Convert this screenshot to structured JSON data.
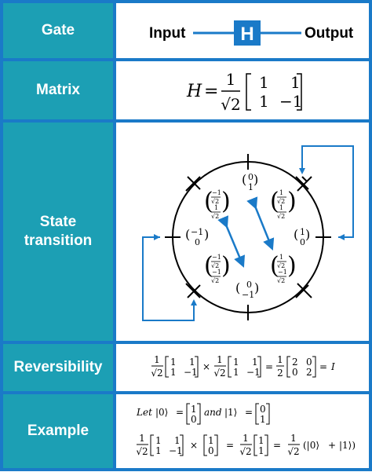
{
  "rows": {
    "gate": "Gate",
    "matrix": "Matrix",
    "state": "State\ntransition",
    "reversibility": "Reversibility",
    "example": "Example"
  },
  "gate": {
    "input": "Input",
    "symbol": "H",
    "output": "Output"
  },
  "matrix": {
    "lhs": "H",
    "eq": "=",
    "num": "1",
    "den": "√2",
    "m11": "1",
    "m12": "1",
    "m21": "1",
    "m22": "−1"
  },
  "state": {
    "top": [
      "0",
      "1"
    ],
    "bottom": [
      "0",
      "−1"
    ],
    "left": [
      "−1",
      "0"
    ],
    "right": [
      "1",
      "0"
    ],
    "one_over_root2": "1",
    "root2": "√2",
    "minus_one": "−1"
  },
  "reversibility": {
    "f_num": "1",
    "f_den": "√2",
    "a": [
      "1",
      "1",
      "1",
      "−1"
    ],
    "times": "×",
    "eq": "=",
    "h_num": "1",
    "h_den": "2",
    "r": [
      "2",
      "0",
      "0",
      "2"
    ],
    "identity": "I"
  },
  "example": {
    "let": "Let",
    "ket0": "|0⟩",
    "ket1": "|1⟩",
    "and": "and",
    "eq": "=",
    "v0": [
      "1",
      "0"
    ],
    "v1": [
      "0",
      "1"
    ],
    "f_num": "1",
    "f_den": "√2",
    "m": [
      "1",
      "1",
      "1",
      "−1"
    ],
    "times": "×",
    "res": [
      "1",
      "1"
    ],
    "plus": "+",
    "sum_open": "(|0⟩",
    "sum_close": "|1⟩)"
  }
}
